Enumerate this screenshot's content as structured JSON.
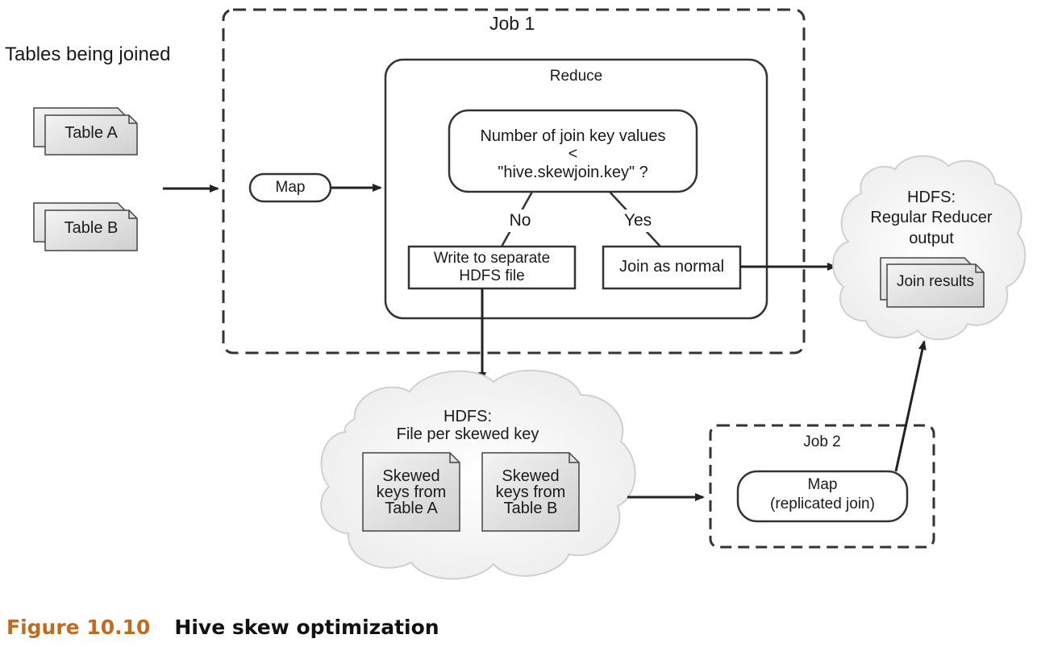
{
  "inputs": {
    "heading": "Tables being joined",
    "tables": [
      "Table A",
      "Table B"
    ]
  },
  "job1": {
    "label": "Job 1",
    "map_label": "Map",
    "reduce": {
      "label": "Reduce",
      "decision": [
        "Number of join key values",
        "<",
        "\"hive.skewjoin.key\" ?"
      ],
      "no_label": "No",
      "yes_label": "Yes",
      "no_action": [
        "Write to separate",
        "HDFS file"
      ],
      "yes_action": "Join as normal"
    }
  },
  "hdfs_regular": {
    "title": [
      "HDFS:",
      "Regular Reducer",
      "output"
    ],
    "doc": "Join results"
  },
  "hdfs_skew": {
    "title": [
      "HDFS:",
      "File per skewed key"
    ],
    "docs": [
      [
        "Skewed",
        "keys from",
        "Table A"
      ],
      [
        "Skewed",
        "keys from",
        "Table B"
      ]
    ]
  },
  "job2": {
    "label": "Job 2",
    "map_label": [
      "Map",
      "(replicated join)"
    ]
  },
  "caption": {
    "figure": "Figure 10.10",
    "title": "Hive skew optimization"
  },
  "colors": {
    "stroke": "#333333",
    "cloud_fill": "#f2f2f2",
    "doc_fill": "#dddddd",
    "figure_accent": "#c26a1e"
  }
}
